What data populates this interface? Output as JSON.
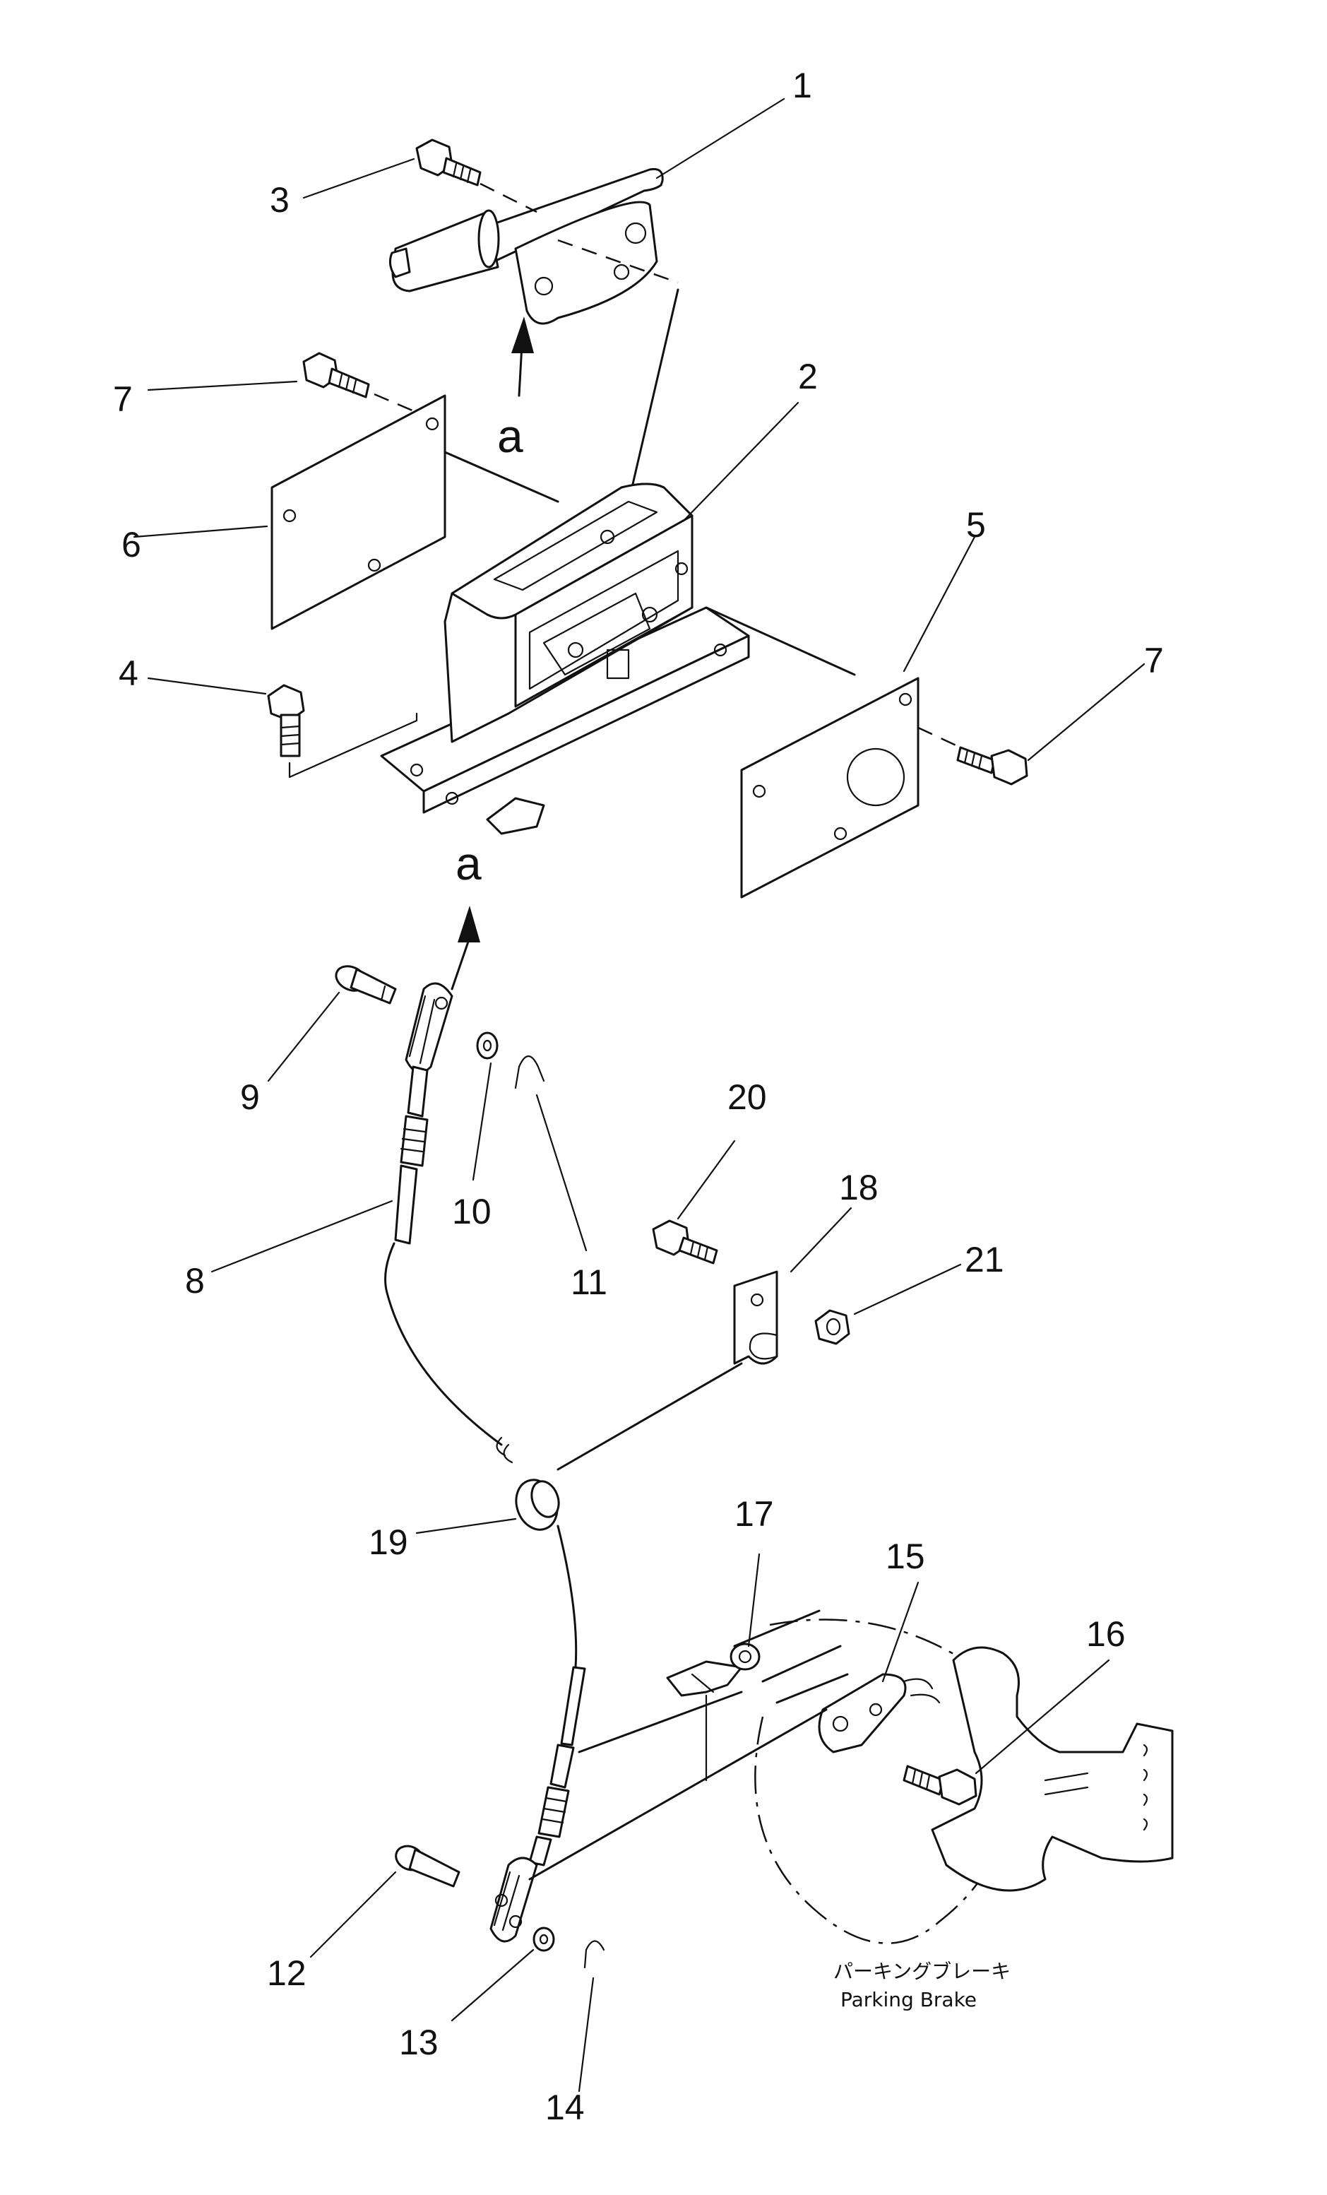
{
  "callouts": {
    "c1": "1",
    "c2": "2",
    "c3": "3",
    "c4": "4",
    "c5": "5",
    "c6": "6",
    "c7a": "7",
    "c7b": "7",
    "c8": "8",
    "c9": "9",
    "c10": "10",
    "c11": "11",
    "c12": "12",
    "c13": "13",
    "c14": "14",
    "c15": "15",
    "c16": "16",
    "c17": "17",
    "c18": "18",
    "c19": "19",
    "c20": "20",
    "c21": "21"
  },
  "view_marker": {
    "top": "a",
    "bottom": "a"
  },
  "caption": {
    "japanese": "パーキングブレーキ",
    "english": "Parking Brake"
  }
}
